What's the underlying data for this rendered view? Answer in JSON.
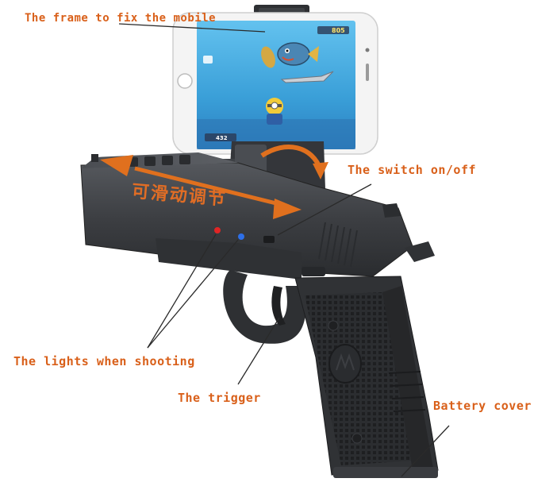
{
  "labels": {
    "frame": "The frame to fix the mobile",
    "switch": "The switch on/off",
    "lights": "The lights when shooting",
    "trigger": "The trigger",
    "battery": "Battery cover"
  },
  "slide_text": "可滑动调节",
  "game_hud": {
    "score": "805",
    "ammo": "432"
  },
  "colors": {
    "label_orange": "#d9601a",
    "arrow_orange": "#e0701e",
    "gun_body": "#3c3e42",
    "gun_dark": "#26282b",
    "phone_screen": "#3fa3dc",
    "led_red": "#e02525",
    "led_blue": "#2d6fe8"
  }
}
